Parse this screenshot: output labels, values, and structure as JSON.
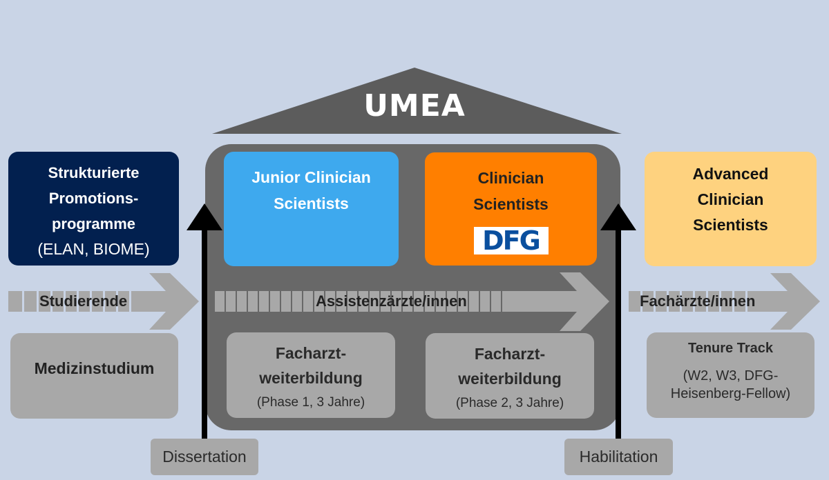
{
  "colors": {
    "background": "#c9d4e6",
    "house": "#686868",
    "roof": "#5c5c5c",
    "navy": "#02204f",
    "blue": "#3ea9ee",
    "orange": "#ff7f00",
    "yellow": "#fed27f",
    "grey_box": "#a8a8a8",
    "dfg_blue": "#0a4f9e"
  },
  "roof": {
    "title": "UMEA"
  },
  "left": {
    "program_box": {
      "line1": "Strukturierte",
      "line2": "Promotions-",
      "line3": "programme",
      "line4": "(ELAN, BIOME)"
    },
    "arrow_label": "Studierende",
    "base_box": {
      "title": "Medizinstudium"
    },
    "milestone": "Dissertation"
  },
  "center": {
    "junior_box": {
      "line1": "Junior Clinician",
      "line2": "Scientists"
    },
    "clinician_box": {
      "line1": "Clinician",
      "line2": "Scientists",
      "logo": "DFG"
    },
    "arrow_label": "Assistenzärzte/innen",
    "phase1": {
      "line1": "Facharzt-",
      "line2": "weiterbildung",
      "line3": "(Phase 1, 3 Jahre)"
    },
    "phase2": {
      "line1": "Facharzt-",
      "line2": "weiterbildung",
      "line3": "(Phase 2, 3 Jahre)"
    }
  },
  "right": {
    "advanced_box": {
      "line1": "Advanced",
      "line2": "Clinician",
      "line3": "Scientists"
    },
    "arrow_label": "Fachärzte/innen",
    "tenure_box": {
      "title": "Tenure Track",
      "line1": "(W2, W3, DFG-",
      "line2": "Heisenberg-Fellow)"
    },
    "milestone": "Habilitation"
  }
}
